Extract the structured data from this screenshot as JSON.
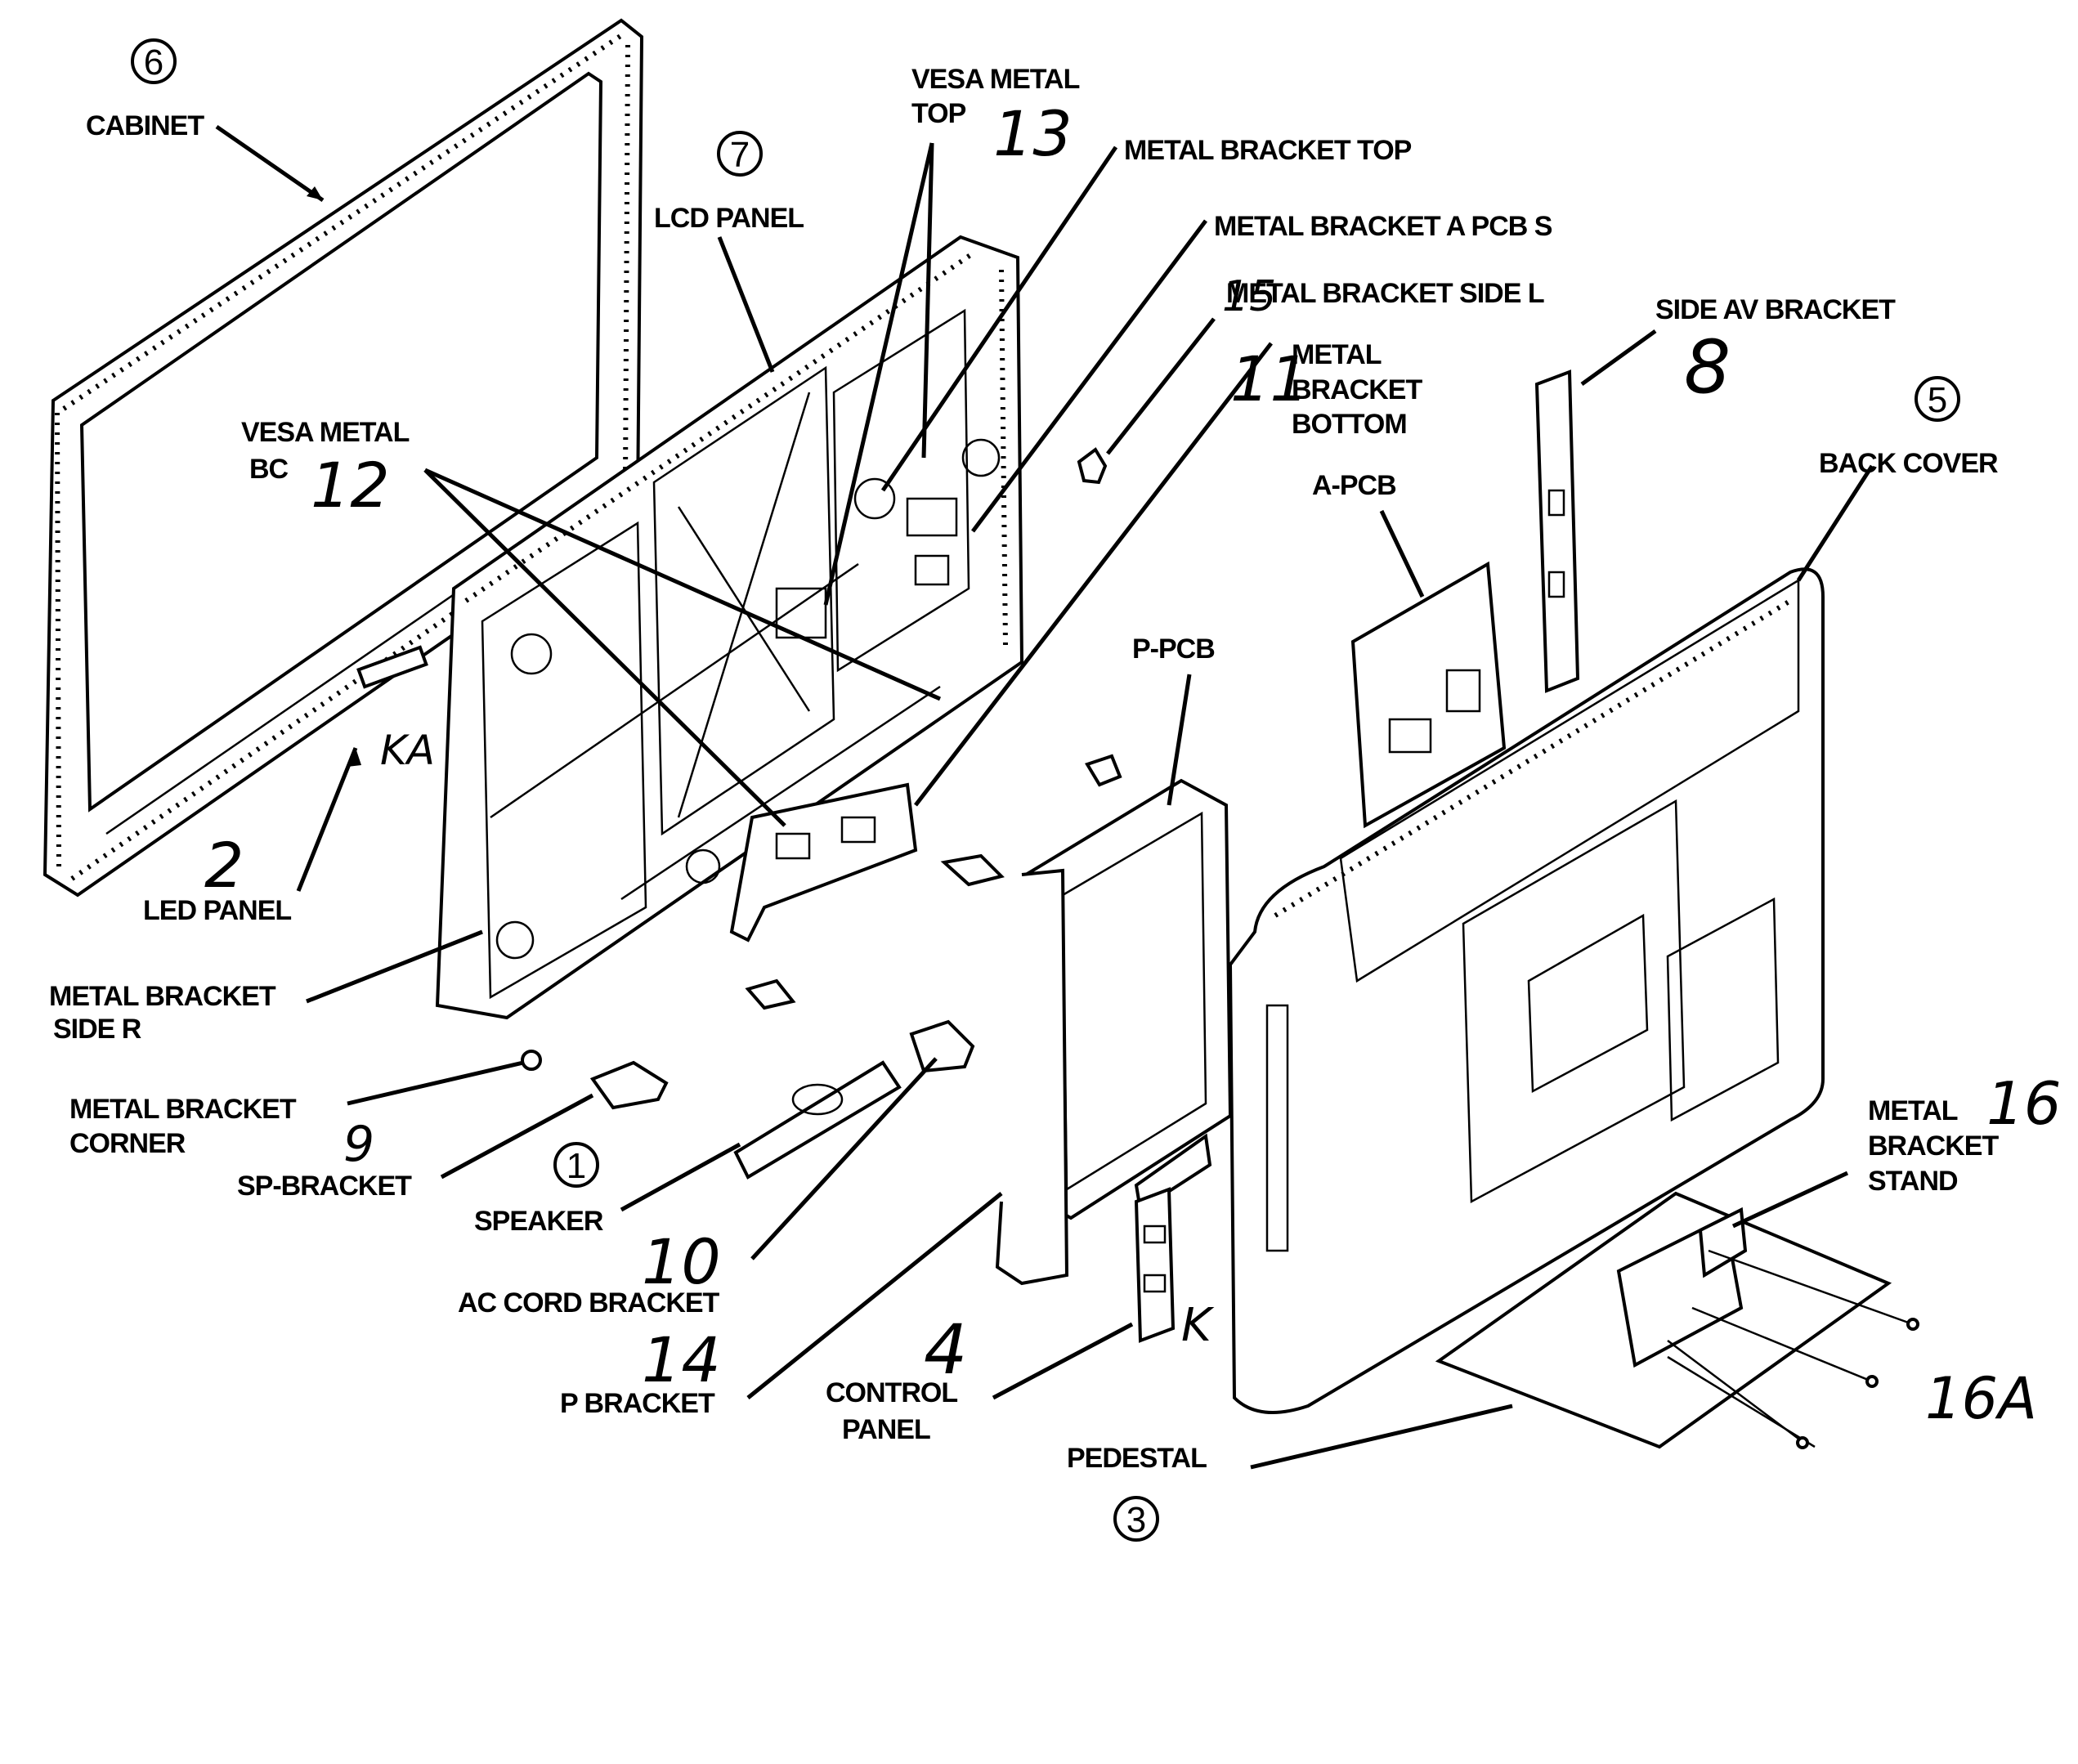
{
  "callouts": {
    "cabinet": {
      "number": "6",
      "label": "CABINET"
    },
    "lcd_panel": {
      "number": "7",
      "label": "LCD PANEL"
    },
    "vesa_metal_top": {
      "label_line1": "VESA METAL",
      "label_line2": "TOP",
      "number": "13"
    },
    "metal_bracket_top": {
      "label": "METAL BRACKET TOP"
    },
    "metal_bracket_a_pcb": {
      "label": "METAL BRACKET A PCB S"
    },
    "metal_bracket_side_l": {
      "label": "METAL BRACKET SIDE L",
      "number": "15"
    },
    "metal_bracket_bottom": {
      "number": "11",
      "label_line1": "METAL",
      "label_line2": "BRACKET",
      "label_line3": "BOTTOM"
    },
    "side_av_bracket": {
      "label": "SIDE AV BRACKET",
      "number": "8"
    },
    "back_cover": {
      "number": "5",
      "label": "BACK COVER"
    },
    "a_pcb": {
      "label": "A-PCB"
    },
    "vesa_metal_bc": {
      "label_line1": "VESA METAL",
      "label_line2": "BC",
      "number": "12"
    },
    "ka": {
      "label": "KA"
    },
    "led_panel": {
      "number": "2",
      "label": "LED PANEL"
    },
    "p_pcb": {
      "label": "P-PCB"
    },
    "metal_bracket_side_r": {
      "label_line1": "METAL BRACKET",
      "label_line2": "SIDE R"
    },
    "metal_bracket_corner": {
      "label_line1": "METAL BRACKET",
      "label_line2": "CORNER"
    },
    "sp_bracket": {
      "number": "9",
      "label": "SP-BRACKET"
    },
    "speaker": {
      "number": "1",
      "label": "SPEAKER"
    },
    "ac_cord_bracket": {
      "number": "10",
      "label": "AC CORD BRACKET"
    },
    "p_bracket": {
      "number": "14",
      "label": "P BRACKET"
    },
    "control_panel": {
      "number": "4",
      "label_line1": "CONTROL",
      "label_line2": "PANEL",
      "k_label": "K"
    },
    "metal_bracket_stand": {
      "label_line1": "METAL",
      "label_line2": "BRACKET",
      "label_line3": "STAND",
      "number": "16"
    },
    "screws": {
      "number": "16A"
    },
    "pedestal": {
      "label": "PEDESTAL",
      "number": "3"
    }
  }
}
